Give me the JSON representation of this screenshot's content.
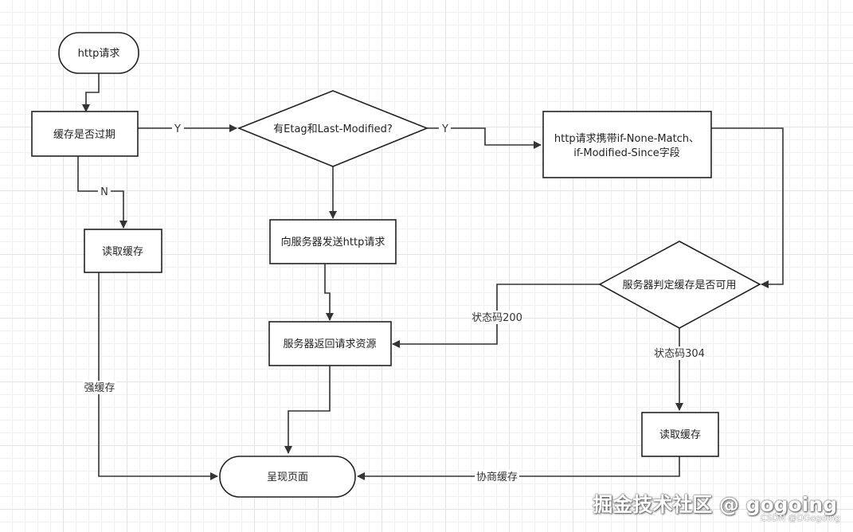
{
  "diagram": {
    "nodes": {
      "http_request": "http请求",
      "cache_expired": "缓存是否过期",
      "read_cache_strong": "读取缓存",
      "has_etag": "有Etag和Last-Modified?",
      "send_request": "向服务器发送http请求",
      "server_returns": "服务器返回请求资源",
      "request_with_headers_line1": "http请求携带if-None-Match、",
      "request_with_headers_line2": "if-Modified-Since字段",
      "server_judges": "服务器判定缓存是否可用",
      "read_cache_negotiated": "读取缓存",
      "render_page": "呈现页面"
    },
    "edges": {
      "expired_yes": "Y",
      "expired_no": "N",
      "etag_yes": "Y",
      "strong_cache": "强缓存",
      "status_200": "状态码200",
      "status_304": "状态码304",
      "negotiated_cache": "协商缓存"
    }
  },
  "watermark": {
    "main": "掘金技术社区 @ gogoing",
    "sub": "CSDN @DGogoing"
  }
}
